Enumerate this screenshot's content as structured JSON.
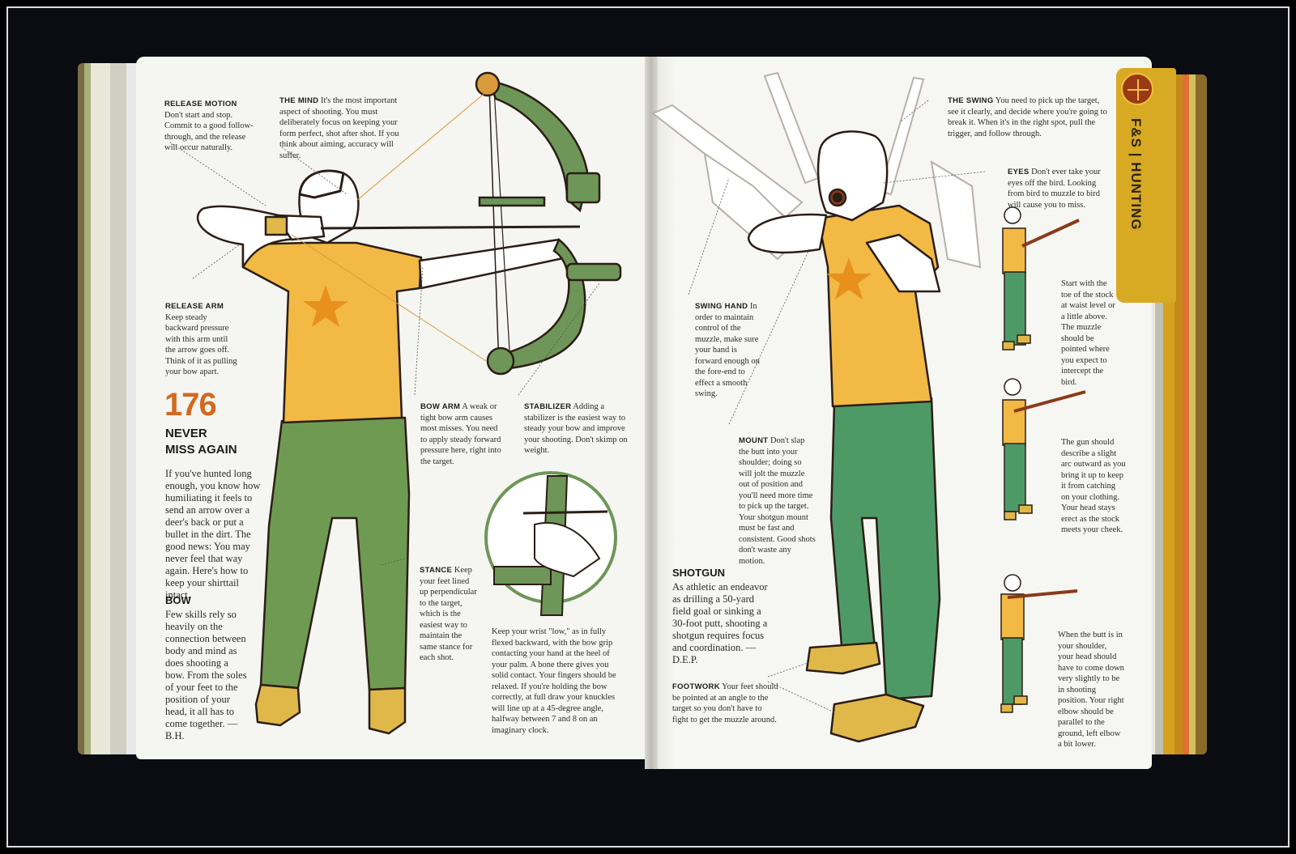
{
  "tab": {
    "label": "F&S | HUNTING"
  },
  "left": {
    "release_motion": {
      "heading": "RELEASE MOTION",
      "text": "Don't start and stop. Commit to a good follow-through, and the release will occur naturally."
    },
    "the_mind": {
      "heading": "THE MIND",
      "text": "It's the most important aspect of shooting. You must deliberately focus on keeping your form perfect, shot after shot. If you think about aiming, accuracy will suffer."
    },
    "release_arm": {
      "heading": "RELEASE ARM",
      "text": "Keep steady backward pressure with this arm until the arrow goes off. Think of it as pulling your bow apart."
    },
    "number": "176",
    "title_line1": "NEVER",
    "title_line2": "MISS AGAIN",
    "intro": "If you've hunted long enough, you know how humiliating it feels to send an arrow over a deer's back or put a bullet in the dirt. The good news: You may never feel that way again. Here's how to keep your shirttail intact.",
    "bow_heading": "BOW",
    "bow_text": "Few skills rely so heavily on the connection between body and mind as does shooting a bow. From the soles of your feet to the position of your head, it all has to come together. —B.H.",
    "bow_arm": {
      "heading": "BOW ARM",
      "text": "A weak or tight bow arm causes most misses. You need to apply steady forward pressure here, right into the target."
    },
    "stabilizer": {
      "heading": "STABILIZER",
      "text": "Adding a stabilizer is the easiest way to steady your bow and improve your shooting. Don't skimp on weight."
    },
    "stance": {
      "heading": "STANCE",
      "text": "Keep your feet lined up perpendicular to the target, which is the easiest way to maintain the same stance for each shot."
    },
    "wrist": "Keep your wrist \"low,\" as in fully flexed backward, with the bow grip contacting your hand at the heel of your palm. A bone there gives you solid contact. Your fingers should be relaxed. If you're holding the bow correctly, at full draw your knuckles will line up at a 45-degree angle, halfway between 7 and 8 on an imaginary clock."
  },
  "right": {
    "the_swing": {
      "heading": "THE SWING",
      "text": "You need to pick up the target, see it clearly, and decide where you're going to break it. When it's in the right spot, pull the trigger, and follow through."
    },
    "eyes": {
      "heading": "EYES",
      "text": "Don't ever take your eyes off the bird. Looking from bird to muzzle to bird will cause you to miss."
    },
    "swing_hand": {
      "heading": "SWING HAND",
      "text": "In order to maintain control of the muzzle, make sure your hand is forward enough on the fore-end to effect a smooth swing."
    },
    "mount": {
      "heading": "MOUNT",
      "text": "Don't slap the butt into your shoulder; doing so will jolt the muzzle out of position and you'll need more time to pick up the target. Your shotgun mount must be fast and consistent. Good shots don't waste any motion."
    },
    "shotgun_heading": "SHOTGUN",
    "shotgun_text": "As athletic an endeavor as drilling a 50-yard field goal or sinking a 30-foot putt, shooting a shotgun requires focus and coordination. —D.E.P.",
    "footwork": {
      "heading": "FOOTWORK",
      "text": "Your feet should be pointed at an angle to the target so you don't have to fight to get the muzzle around."
    },
    "step1": "Start with the toe of the stock at waist level or a little above. The muzzle should be pointed where you expect to intercept the bird.",
    "step2": "The gun should describe a slight arc outward as you bring it up to keep it from catching on your clothing. Your head stays erect as the stock meets your cheek.",
    "step3": "When the butt is in your shoulder, your head should have to come down very slightly to be in shooting position. Your right elbow should be parallel to the ground, left elbow a bit lower."
  },
  "colors": {
    "shirt": "#f2b945",
    "pants": "#6f9a52",
    "pants_right": "#4e9a66",
    "bow": "#6e9658",
    "accent_orange": "#d2691e",
    "skin": "#ffffff"
  }
}
